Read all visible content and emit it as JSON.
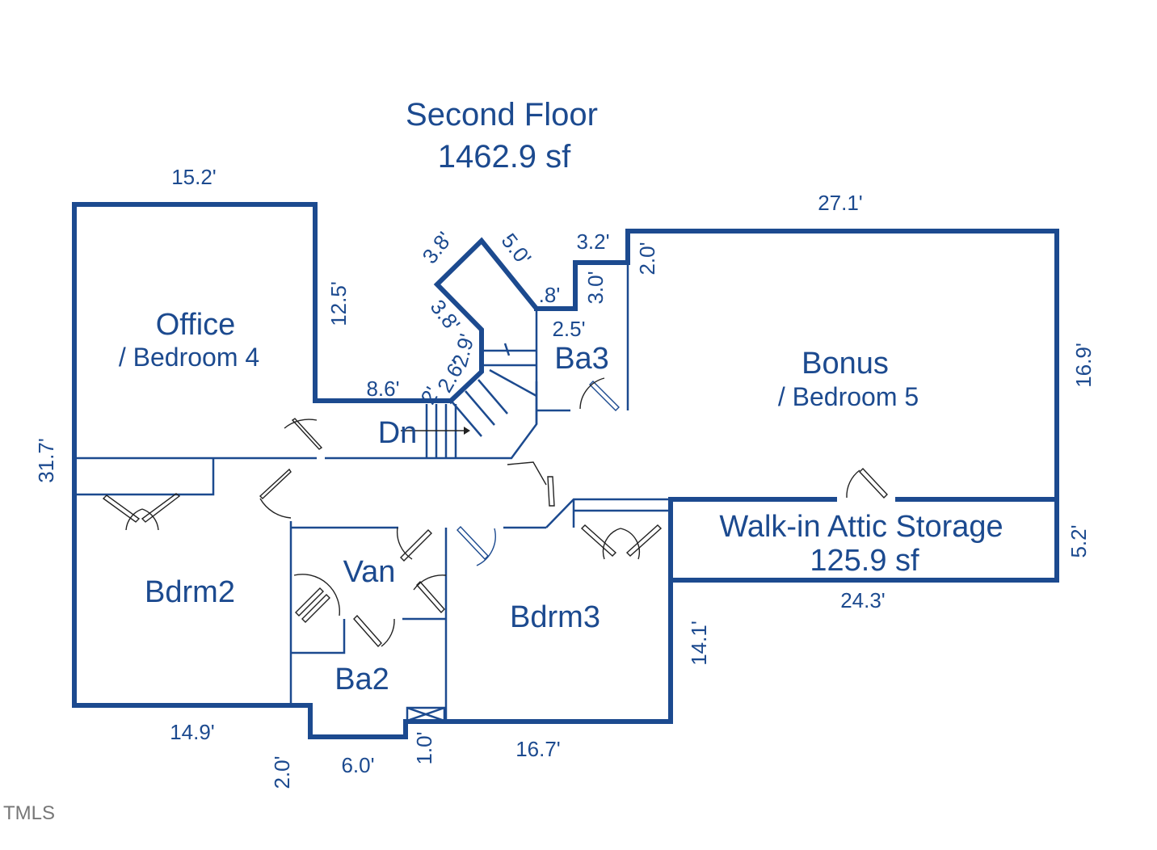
{
  "title": {
    "line1": "Second Floor",
    "line2": "1462.9 sf"
  },
  "rooms": {
    "office": "Office",
    "office_sub": "/ Bedroom 4",
    "bonus": "Bonus",
    "bonus_sub": "/ Bedroom 5",
    "ba3": "Ba3",
    "dn": "Dn",
    "bdrm2": "Bdrm2",
    "van": "Van",
    "ba2": "Ba2",
    "bdrm3": "Bdrm3",
    "attic": "Walk-in Attic Storage",
    "attic_area": "125.9 sf"
  },
  "dimensions": {
    "office_width": "15.2'",
    "office_depth": "12.5'",
    "hall_run": "8.6'",
    "stair_a": "3.8'",
    "stair_b": "5.0'",
    "stair_c": "3.8'",
    "stair_d": "2.9'",
    "stair_e": "2.6'",
    "stair_f": "2'",
    "stair_g": ".8'",
    "ba3_top": "3.2'",
    "ba3_side": "3.0'",
    "ba3_width": "2.5'",
    "bonus_jog": "2.0'",
    "bonus_width": "27.1'",
    "bonus_depth": "16.9'",
    "attic_depth": "5.2'",
    "attic_width": "24.3'",
    "bdrm3_depth": "14.1'",
    "bdrm3_width": "16.7'",
    "overall_depth": "31.7'",
    "bdrm2_width": "14.9'",
    "ba2_jog": "2.0'",
    "ba2_width": "6.0'",
    "closet_jog": "1.0'"
  },
  "watermark": "TMLS",
  "colors": {
    "wall": "#1c4a8f",
    "text": "#1c4a8f"
  }
}
